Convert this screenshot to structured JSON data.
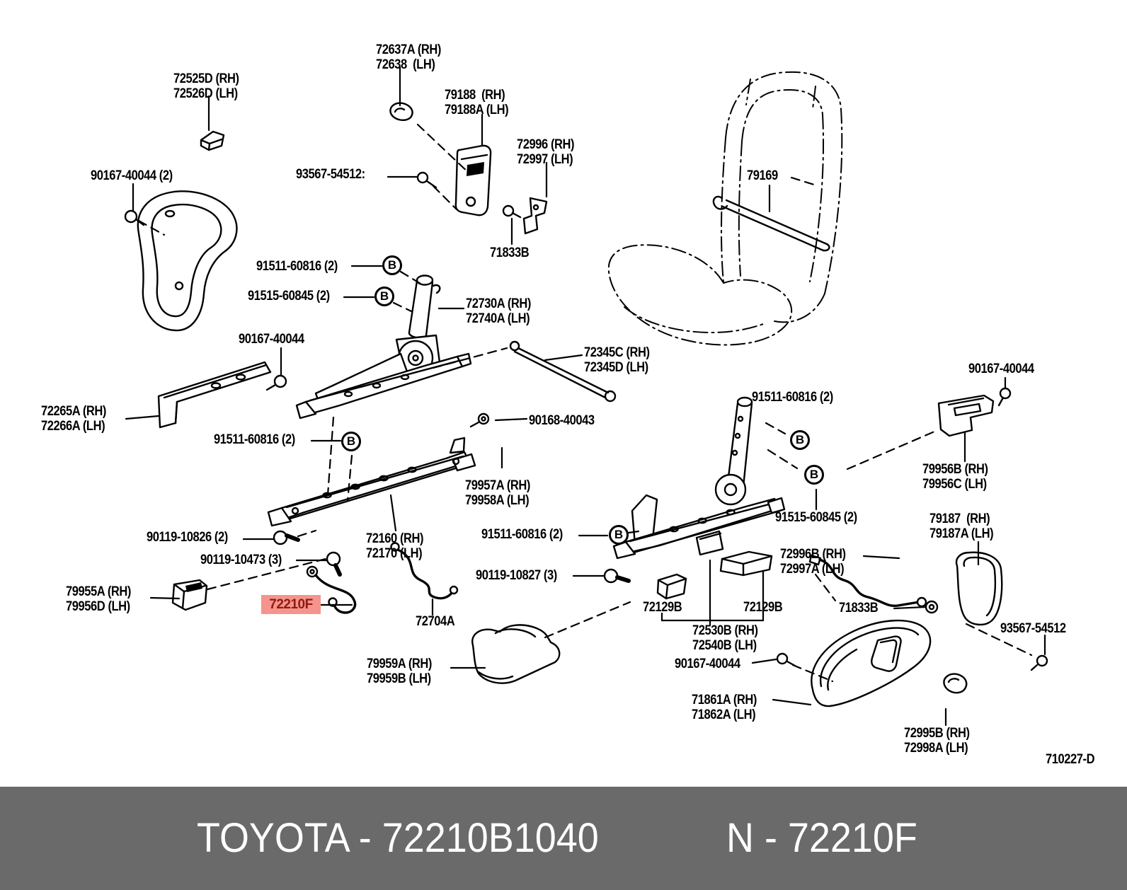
{
  "footer": {
    "left_text": "TOYOTA - 72210B1040",
    "right_text": "N - 72210F",
    "bg_color": "#6a6a6a",
    "text_color": "#ffffff"
  },
  "diagram": {
    "ref_code": "710227-D",
    "marker_letter": "B",
    "highlight": {
      "text": "72210F",
      "bg_color": "#f5948c",
      "text_color": "#8f1a12"
    },
    "labels": [
      {
        "lines": [
          "72637A (RH)",
          "72638  (LH)"
        ]
      },
      {
        "lines": [
          "72525D (RH)",
          "72526D (LH)"
        ]
      },
      {
        "lines": [
          "79188  (RH)",
          "79188A (LH)"
        ]
      },
      {
        "lines": [
          "72996 (RH)",
          "72997 (LH)"
        ]
      },
      {
        "lines": [
          "90167-40044 (2)"
        ]
      },
      {
        "lines": [
          "93567-54512:"
        ]
      },
      {
        "lines": [
          "79169"
        ]
      },
      {
        "lines": [
          "71833B"
        ]
      },
      {
        "lines": [
          "91511-60816 (2)"
        ]
      },
      {
        "lines": [
          "91515-60845 (2)"
        ]
      },
      {
        "lines": [
          "72730A (RH)",
          "72740A (LH)"
        ]
      },
      {
        "lines": [
          "90167-40044"
        ]
      },
      {
        "lines": [
          "72345C (RH)",
          "72345D (LH)"
        ]
      },
      {
        "lines": [
          "91511-60816 (2)"
        ]
      },
      {
        "lines": [
          "90167-40044"
        ]
      },
      {
        "lines": [
          "72265A (RH)",
          "72266A (LH)"
        ]
      },
      {
        "lines": [
          "91511-60816 (2)"
        ]
      },
      {
        "lines": [
          "90168-40043"
        ]
      },
      {
        "lines": [
          "79957A (RH)",
          "79958A (LH)"
        ]
      },
      {
        "lines": [
          "79956B (RH)",
          "79956C (LH)"
        ]
      },
      {
        "lines": [
          "91515-60845 (2)"
        ]
      },
      {
        "lines": [
          "79187  (RH)",
          "79187A (LH)"
        ]
      },
      {
        "lines": [
          "90119-10826 (2)"
        ]
      },
      {
        "lines": [
          "91511-60816 (2)"
        ]
      },
      {
        "lines": [
          "72160 (RH)",
          "72170 (LH)"
        ]
      },
      {
        "lines": [
          "90119-10473 (3)"
        ]
      },
      {
        "lines": [
          "72996B (RH)",
          "72997A (LH)"
        ]
      },
      {
        "lines": [
          "90119-10827 (3)"
        ]
      },
      {
        "lines": [
          "79955A (RH)",
          "79956D (LH)"
        ]
      },
      {
        "lines": [
          "72129B"
        ]
      },
      {
        "lines": [
          "72129B"
        ]
      },
      {
        "lines": [
          "71833B"
        ]
      },
      {
        "lines": [
          "72704A"
        ]
      },
      {
        "lines": [
          "93567-54512"
        ]
      },
      {
        "lines": [
          "72530B (RH)",
          "72540B (LH)"
        ]
      },
      {
        "lines": [
          "90167-40044"
        ]
      },
      {
        "lines": [
          "79959A (RH)",
          "79959B (LH)"
        ]
      },
      {
        "lines": [
          "71861A (RH)",
          "71862A (LH)"
        ]
      },
      {
        "lines": [
          "72995B (RH)",
          "72998A (LH)"
        ]
      }
    ]
  }
}
